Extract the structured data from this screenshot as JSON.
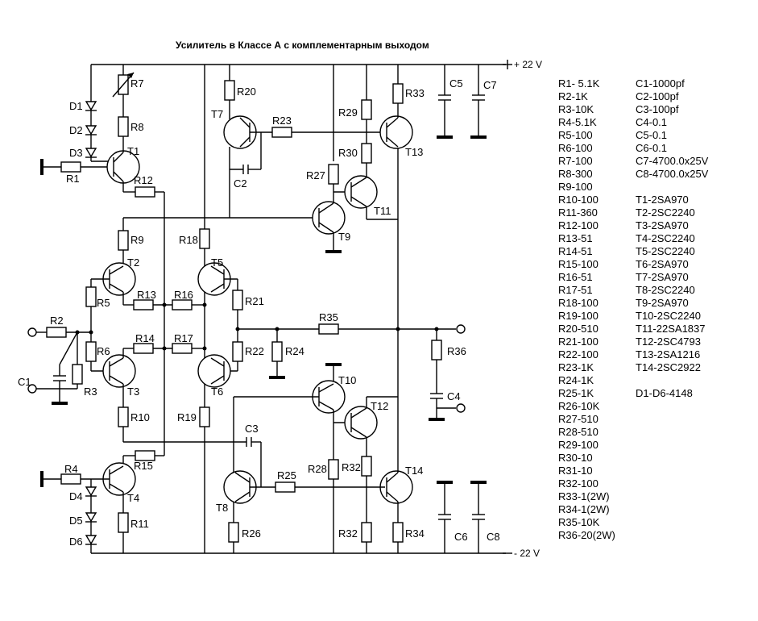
{
  "title": "Усилитель в Классе А с комплементарным выходом",
  "rails": {
    "positive": "+ 22 V",
    "negative": "- 22 V"
  },
  "labels": {
    "R1": "R1",
    "R2": "R2",
    "R3": "R3",
    "R4": "R4",
    "R5": "R5",
    "R6": "R6",
    "R7": "R7",
    "R8": "R8",
    "R9": "R9",
    "R10": "R10",
    "R11": "R11",
    "R12": "R12",
    "R13": "R13",
    "R14": "R14",
    "R15": "R15",
    "R16": "R16",
    "R17": "R17",
    "R18": "R18",
    "R19": "R19",
    "R20": "R20",
    "R21": "R21",
    "R22": "R22",
    "R23": "R23",
    "R24": "R24",
    "R25": "R25",
    "R26": "R26",
    "R27": "R27",
    "R28": "R28",
    "R29": "R29",
    "R30": "R30",
    "R32a": "R32",
    "R32b": "R32",
    "R33": "R33",
    "R34": "R34",
    "R35": "R35",
    "R36": "R36",
    "C1": "C1",
    "C2": "C2",
    "C3": "C3",
    "C4": "C4",
    "C5": "C5",
    "C6": "C6",
    "C7": "C7",
    "C8": "C8",
    "D1": "D1",
    "D2": "D2",
    "D3": "D3",
    "D4": "D4",
    "D5": "D5",
    "D6": "D6",
    "T1": "T1",
    "T2": "T2",
    "T3": "T3",
    "T4": "T4",
    "T5": "T5",
    "T6": "T6",
    "T7": "T7",
    "T8": "T8",
    "T9": "T9",
    "T10": "T10",
    "T11": "T11",
    "T12": "T12",
    "T13": "T13",
    "T14": "T14"
  },
  "parts_list": {
    "resistors": [
      "R1- 5.1K",
      "R2-1K",
      "R3-10K",
      "R4-5.1K",
      "R5-100",
      "R6-100",
      "R7-100",
      "R8-300",
      "R9-100",
      "R10-100",
      "R11-360",
      "R12-100",
      "R13-51",
      "R14-51",
      "R15-100",
      "R16-51",
      "R17-51",
      "R18-100",
      "R19-100",
      "R20-510",
      "R21-100",
      "R22-100",
      "R23-1K",
      "R24-1K",
      "R25-1K",
      "R26-10K",
      "R27-510",
      "R28-510",
      "R29-100",
      "R30-10",
      "R31-10",
      "R32-100",
      "R33-1(2W)",
      "R34-1(2W)",
      "R35-10K",
      "R36-20(2W)"
    ],
    "capacitors": [
      "C1-1000pf",
      "C2-100pf",
      "C3-100pf",
      "C4-0.1",
      "C5-0.1",
      "C6-0.1",
      "C7-4700.0x25V",
      "C8-4700.0x25V"
    ],
    "transistors": [
      "T1-2SA970",
      "T2-2SC2240",
      "T3-2SA970",
      "T4-2SC2240",
      "T5-2SC2240",
      "T6-2SA970",
      "T7-2SA970",
      "T8-2SC2240",
      "T9-2SA970",
      "T10-2SC2240",
      "T11-22SA1837",
      "T12-2SC4793",
      "T13-2SA1216",
      "T14-2SC2922"
    ],
    "diodes": "D1-D6-4148"
  }
}
